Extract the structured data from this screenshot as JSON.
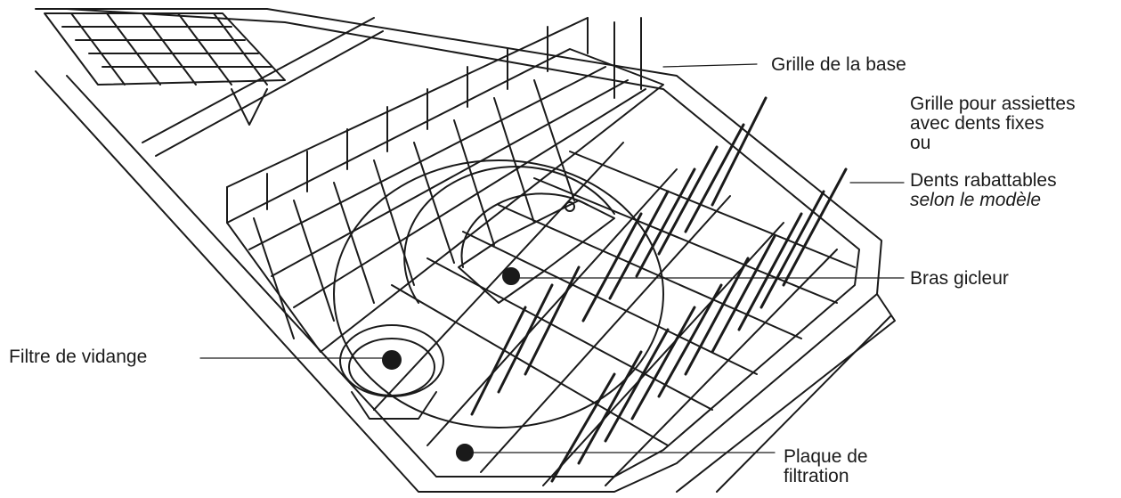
{
  "labels": {
    "grille_base": "Grille de la base",
    "grille_assiettes_1": "Grille pour assiettes",
    "grille_assiettes_2": "avec dents fixes",
    "grille_assiettes_3": "ou",
    "dents_rabattables": "Dents rabattables",
    "selon_modele": "selon le modèle",
    "bras_gicleur": "Bras gicleur",
    "filtre_vidange": "Filtre de vidange",
    "plaque_1": "Plaque de",
    "plaque_2": "filtration"
  },
  "colors": {
    "stroke": "#1a1a1a",
    "background": "#ffffff"
  }
}
